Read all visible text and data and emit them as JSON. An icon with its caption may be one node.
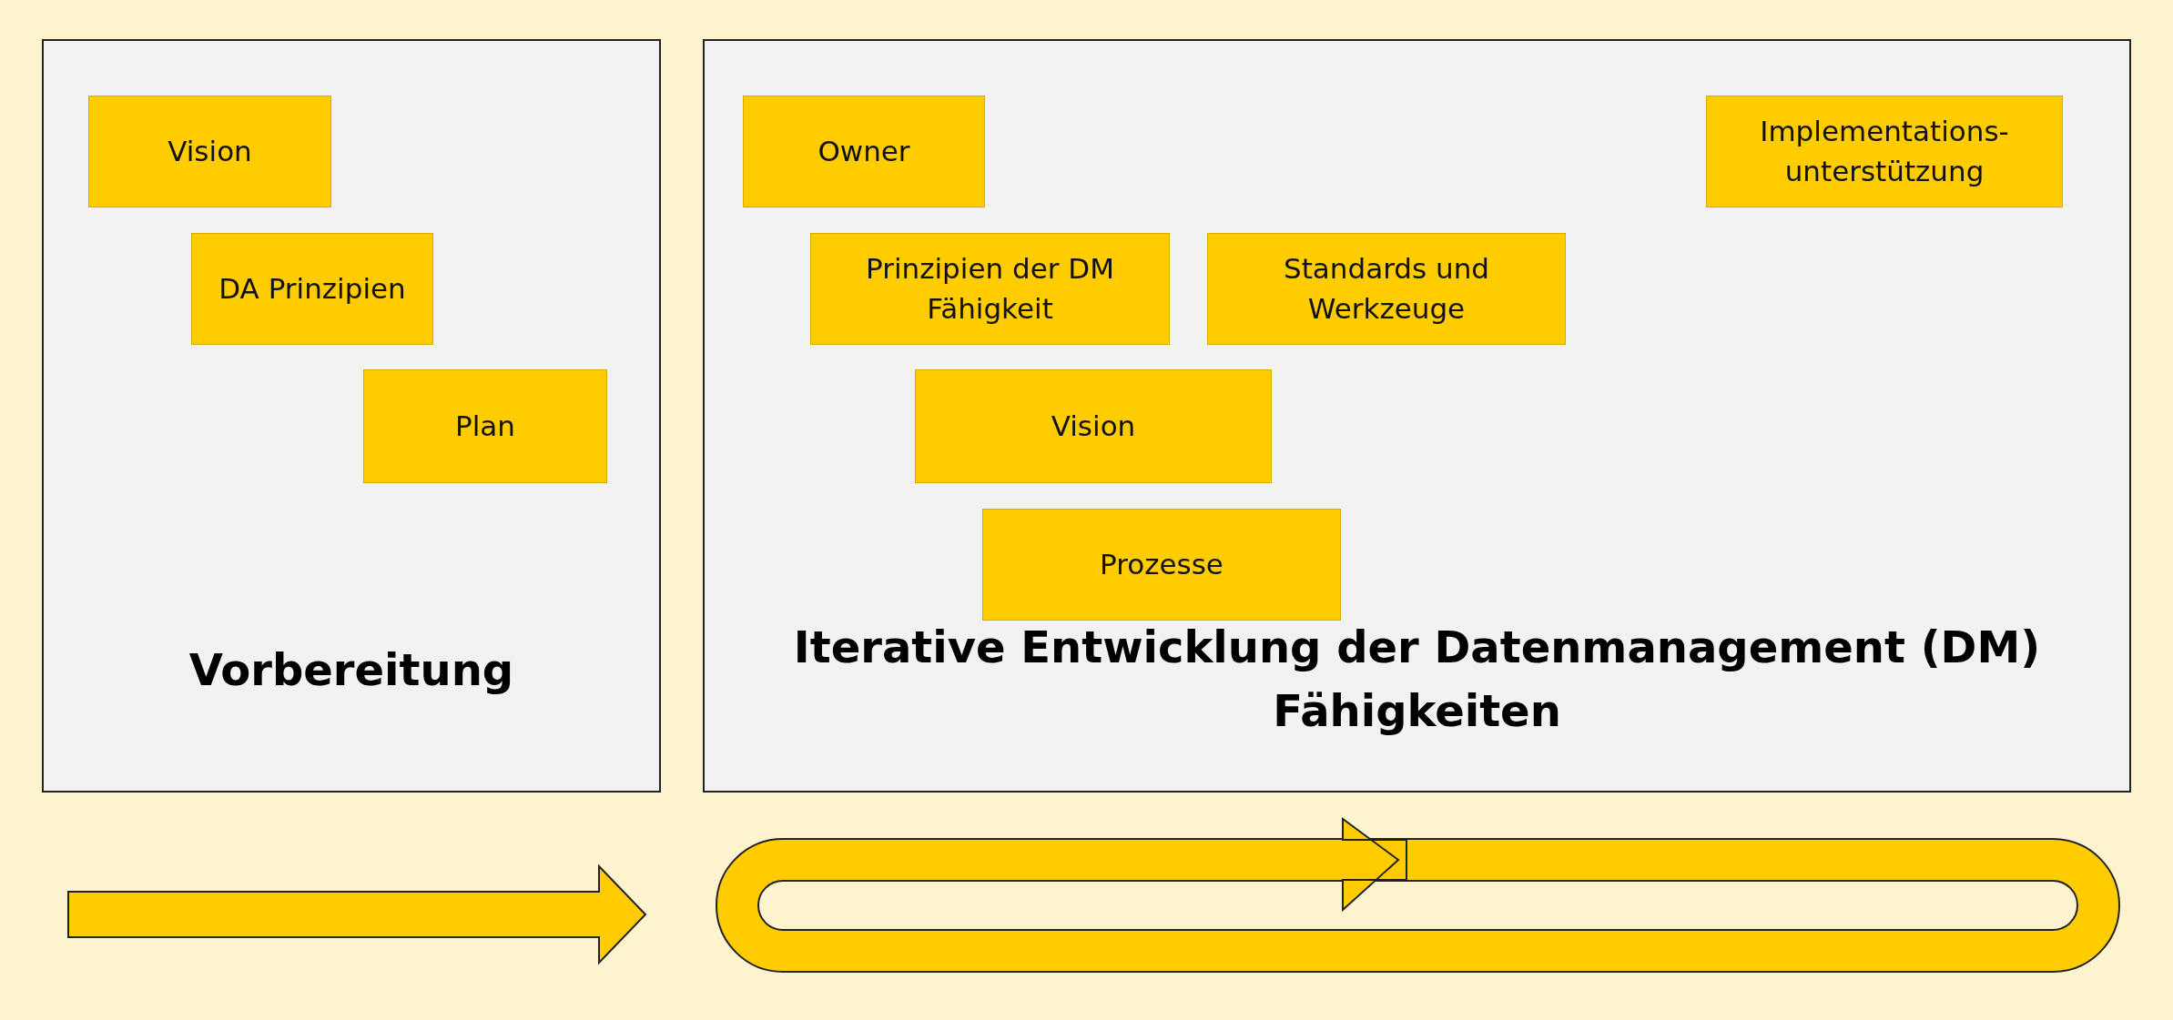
{
  "diagram": {
    "nodes": [
      {
        "text": [
          "Vorbereitung"
        ]
      },
      {
        "text": [
          "Vision"
        ],
        "in": 0
      },
      {
        "text": [
          "DA Prinzipien"
        ],
        "in": 0
      },
      {
        "text": [
          "Plan"
        ],
        "in": 0
      },
      {
        "text": [
          "Iterative Entwicklung der Datenmanagement (DM) Fähigkeiten"
        ]
      },
      {
        "text": [
          "Owner"
        ],
        "in": 4
      },
      {
        "text": [
          "Implementations- unterstützung"
        ],
        "in": 4
      },
      {
        "text": [
          "Prinzipien der DM Fähigkeit"
        ],
        "in": 4
      },
      {
        "text": [
          "Standards und Werkzeuge"
        ],
        "in": 4
      },
      {
        "text": [
          "Vision"
        ],
        "in": 4
      },
      {
        "text": [
          "Prozesse"
        ],
        "in": 4
      }
    ]
  }
}
